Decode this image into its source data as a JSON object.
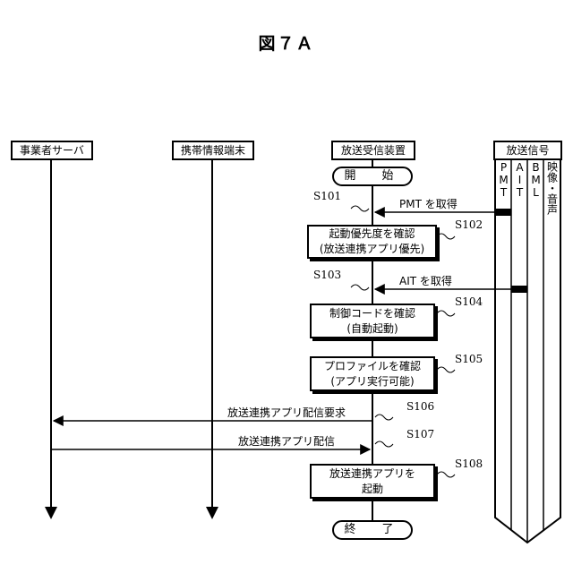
{
  "figure": {
    "title": "図７Ａ"
  },
  "lanes": {
    "server": "事業者サーバ",
    "mobile": "携帯情報端末",
    "receiver": "放送受信装置",
    "broadcast": "放送信号"
  },
  "broadcast_columns": {
    "pmt": "PMT",
    "ait": "AIT",
    "bml": "BML",
    "av": "映像・音声"
  },
  "flow": {
    "start": "開　始",
    "end": "終　了",
    "s101": {
      "id": "S101",
      "message": "PMT を取得"
    },
    "s102": {
      "id": "S102",
      "line1": "起動優先度を確認",
      "line2": "(放送連携アプリ優先)"
    },
    "s103": {
      "id": "S103",
      "message": "AIT を取得"
    },
    "s104": {
      "id": "S104",
      "line1": "制御コードを確認",
      "line2": "(自動起動)"
    },
    "s105": {
      "id": "S105",
      "line1": "プロファイルを確認",
      "line2": "(アプリ実行可能)"
    },
    "s106": {
      "id": "S106",
      "message": "放送連携アプリ配信要求"
    },
    "s107": {
      "id": "S107",
      "message": "放送連携アプリ配信"
    },
    "s108": {
      "id": "S108",
      "line1": "放送連携アプリを",
      "line2": "起動"
    }
  }
}
